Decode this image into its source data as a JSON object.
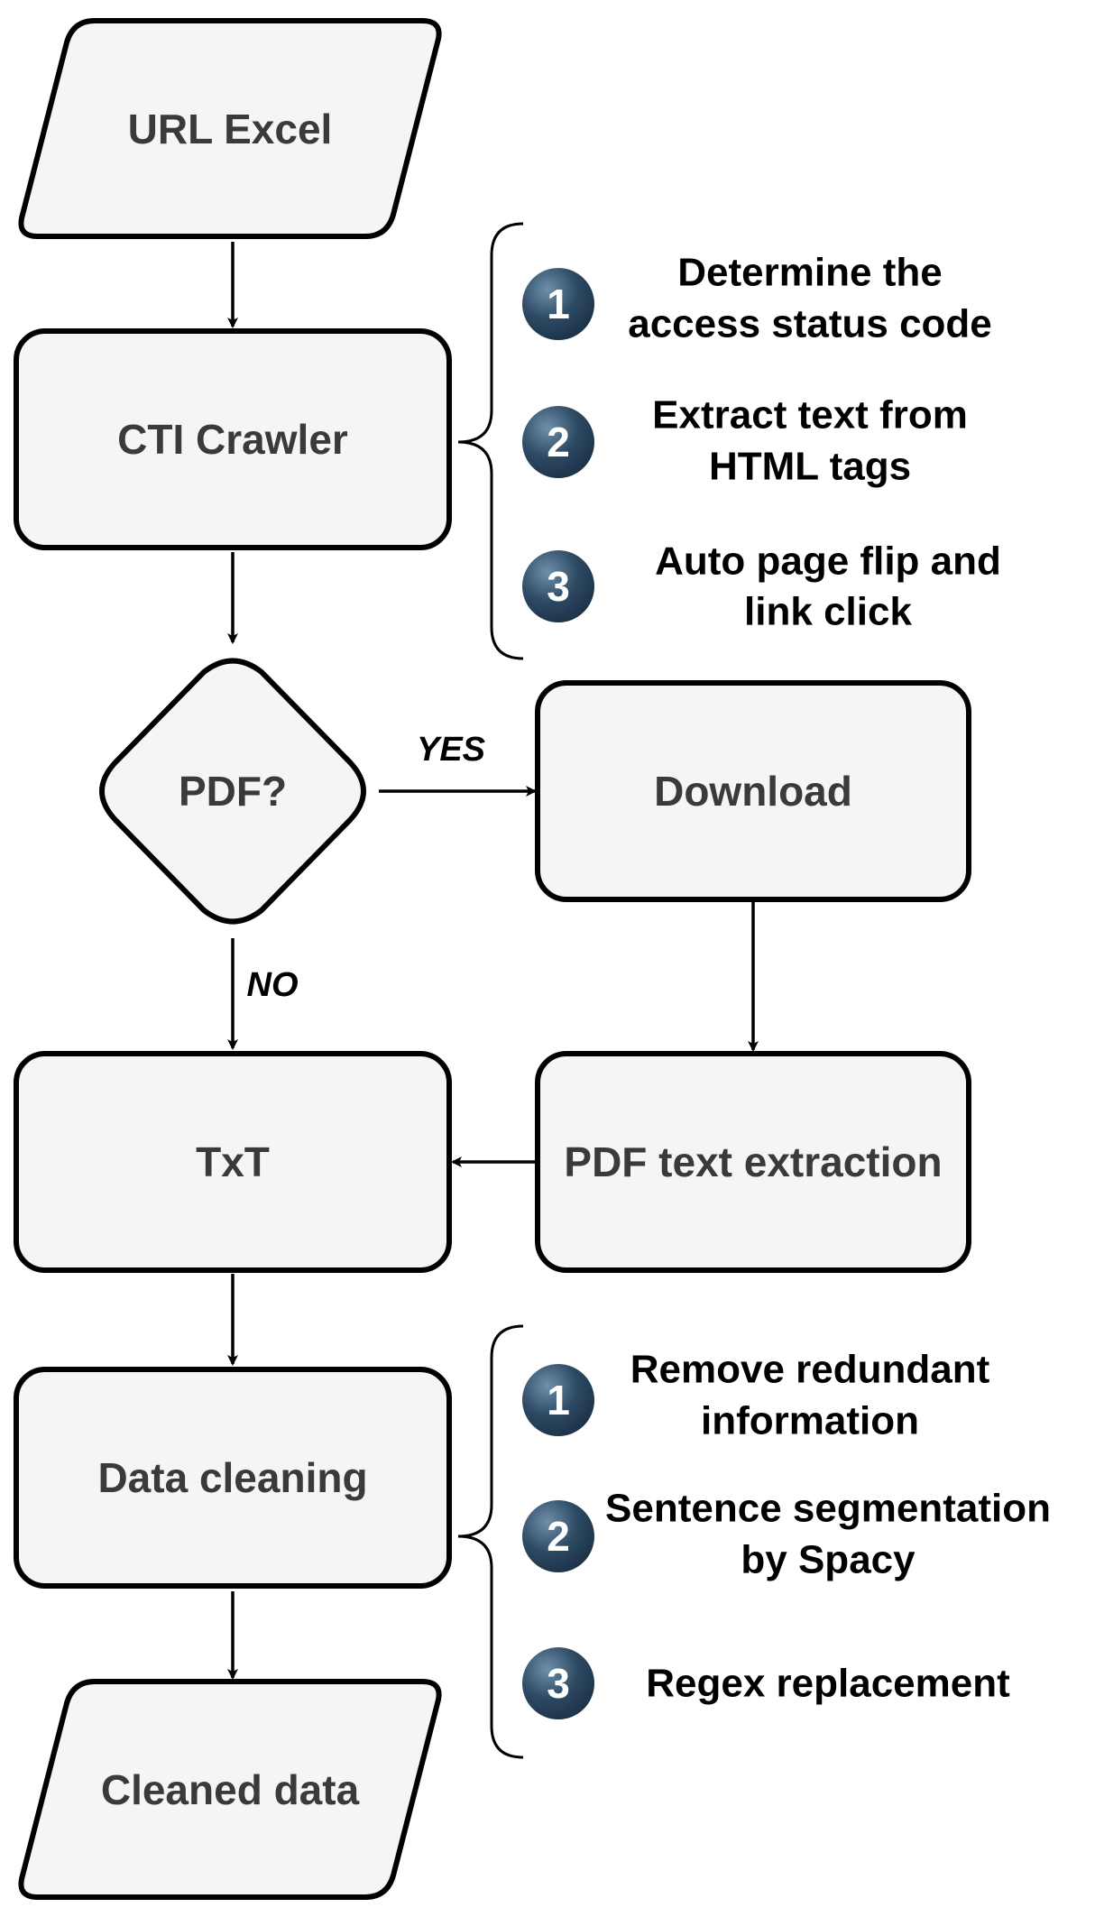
{
  "nodes": {
    "url_excel": "URL Excel",
    "cti_crawler": "CTI Crawler",
    "pdf_decision": "PDF?",
    "download": "Download",
    "txt": "TxT",
    "pdf_text_extraction": "PDF text extraction",
    "data_cleaning": "Data cleaning",
    "cleaned_data": "Cleaned data"
  },
  "edge_labels": {
    "yes": "YES",
    "no": "NO"
  },
  "crawler_steps": [
    {
      "num": "1",
      "line1": "Determine the",
      "line2": "access status code"
    },
    {
      "num": "2",
      "line1": "Extract text from",
      "line2": "HTML tags"
    },
    {
      "num": "3",
      "line1": "Auto page flip and",
      "line2": "link click"
    }
  ],
  "cleaning_steps": [
    {
      "num": "1",
      "line1": "Remove redundant",
      "line2": "information"
    },
    {
      "num": "2",
      "line1": "Sentence segmentation",
      "line2": "by Spacy"
    },
    {
      "num": "3",
      "line1": "Regex replacement",
      "line2": ""
    }
  ],
  "colors": {
    "node_fill": "#f5f5f5",
    "node_stroke": "#000000",
    "badge_fill": "#2d4a63",
    "badge_highlight": "#5c7d99"
  }
}
